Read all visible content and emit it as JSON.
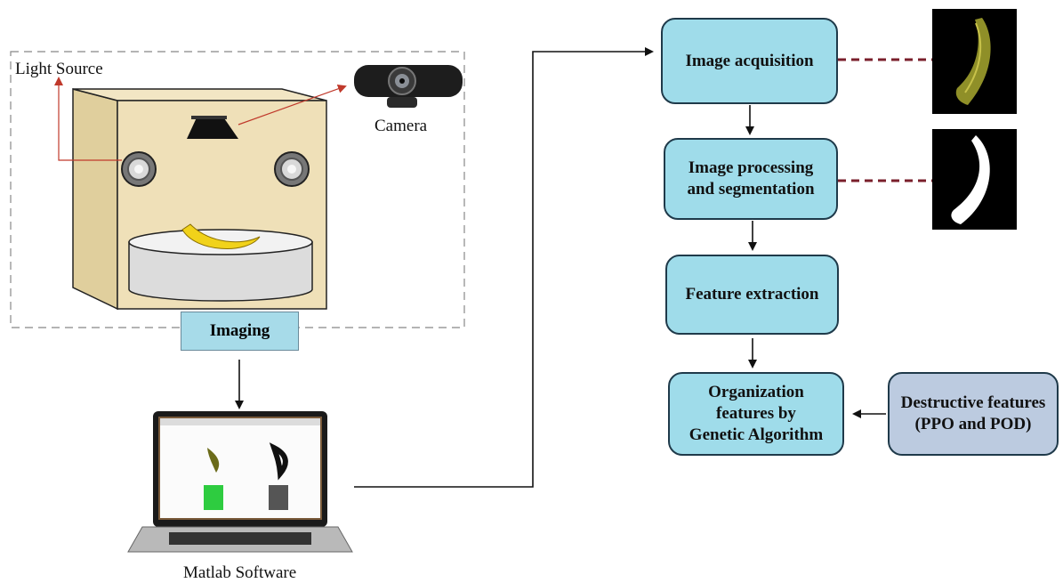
{
  "setup": {
    "light_source_label": "Light Source",
    "camera_label": "Camera",
    "imaging_label": "Imaging",
    "software_label": "Matlab Software"
  },
  "flow": {
    "steps": [
      "Image acquisition",
      "Image processing and segmentation",
      "Feature extraction",
      "Organization features by Genetic Algorithm"
    ],
    "destructive": "Destructive features (PPO and POD)"
  },
  "colors": {
    "box_fill": "#9fdcea",
    "box_border": "#1f3a4a",
    "destructive_fill": "#bccbe0",
    "dashed_link": "#7a1f2b",
    "light_ray": "#c0392b",
    "chamber": "#efe0b8"
  }
}
